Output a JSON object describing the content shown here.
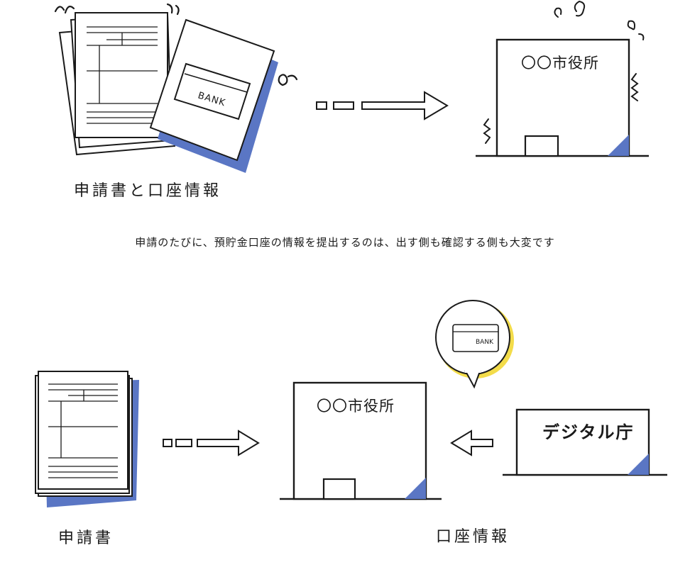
{
  "colors": {
    "ink": "#1a1a1a",
    "accent": "#5a76c4",
    "highlight": "#f3dc4a",
    "background": "#ffffff"
  },
  "top_scene": {
    "documents_label": "申請書と口座情報",
    "card_text": "BANK",
    "office_label": "〇〇市役所"
  },
  "caption": "申請のたびに、預貯金口座の情報を提出するのは、出す側も確認する側も大変です",
  "bottom_scene": {
    "documents_label": "申請書",
    "office_label": "〇〇市役所",
    "bubble_card_text": "BANK",
    "agency_label": "デジタル庁",
    "account_label": "口座情報"
  },
  "icons": [
    "document-stack-icon",
    "bank-card-icon",
    "arrow-right-icon",
    "arrow-left-icon",
    "sweat-drop-icon",
    "stress-squiggle-icon",
    "speech-bubble-icon"
  ]
}
